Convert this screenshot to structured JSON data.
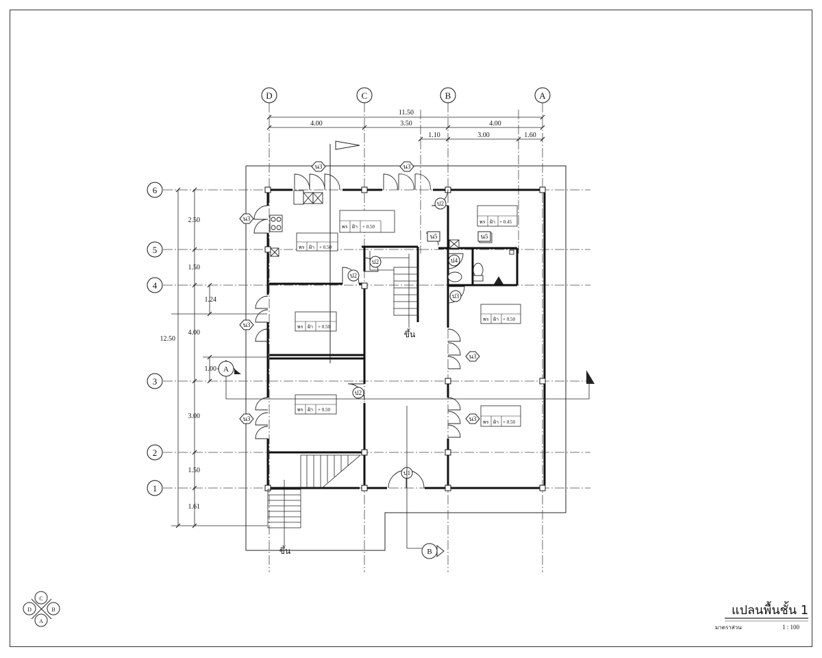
{
  "axes": {
    "columns": [
      "D",
      "C",
      "B",
      "A"
    ],
    "rows": [
      "6",
      "5",
      "4",
      "3",
      "2",
      "1"
    ]
  },
  "dimensions": {
    "top_total": "11.50",
    "top_row1": [
      "4.00",
      "3.50",
      "4.00"
    ],
    "top_row2": [
      "1.10",
      "3.00",
      "1.60"
    ],
    "left_total": "12.50",
    "left": [
      "2.50",
      "1.50",
      "1.24",
      "4.00",
      "1.00",
      "3.00",
      "1.50",
      "1.61"
    ]
  },
  "door_tags": {
    "window": "น3",
    "door_main": "ป1",
    "door_inner": "ป2",
    "door_bath": "ป4",
    "window_small": "น5",
    "door_side": "ป3"
  },
  "room_tag_columns": [
    "พร",
    "ฝ้า",
    "+ 0.50"
  ],
  "room_tag_columns_bath": [
    "พร",
    "ฝ้า",
    "+ 0.45"
  ],
  "stair_label": "ขึ้น",
  "section_markers": [
    "A",
    "B"
  ],
  "compass": [
    "C",
    "B",
    "A",
    "D"
  ],
  "title_block": {
    "title": "แปลนพื้นชั้น 1",
    "scale_label": "มาตราส่วน",
    "scale_value": "1 : 100"
  }
}
